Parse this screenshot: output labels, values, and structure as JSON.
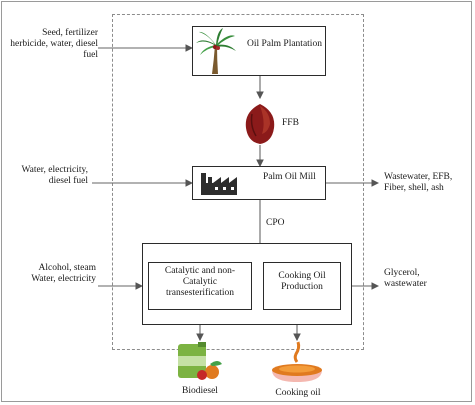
{
  "left_inputs": {
    "plantation": "Seed, fertilizer herbicide, water, diesel fuel",
    "mill": "Water, electricity, diesel fuel",
    "conversion": "Alcohol, steam Water, electricity"
  },
  "right_outputs": {
    "mill": "Wastewater, EFB, Fiber, shell, ash",
    "conversion": "Glycerol, wastewater"
  },
  "nodes": {
    "plantation": "Oil Palm Plantation",
    "ffb": "FFB",
    "mill": "Palm Oil Mill",
    "cpo": "CPO",
    "transesterification": "Catalytic and non-Catalytic transesterification",
    "cooking_oil_production": "Cooking Oil Production"
  },
  "products": {
    "biodiesel": "Biodiesel",
    "cooking_oil": "Cooking oil"
  },
  "colors": {
    "palm_leaf": "#2e7d32",
    "palm_trunk": "#7a5a2e",
    "fruit": "#8b1a1a",
    "factory": "#2d2d2d",
    "biodiesel_can": "#7cb342",
    "oil": "#e07a1f"
  }
}
